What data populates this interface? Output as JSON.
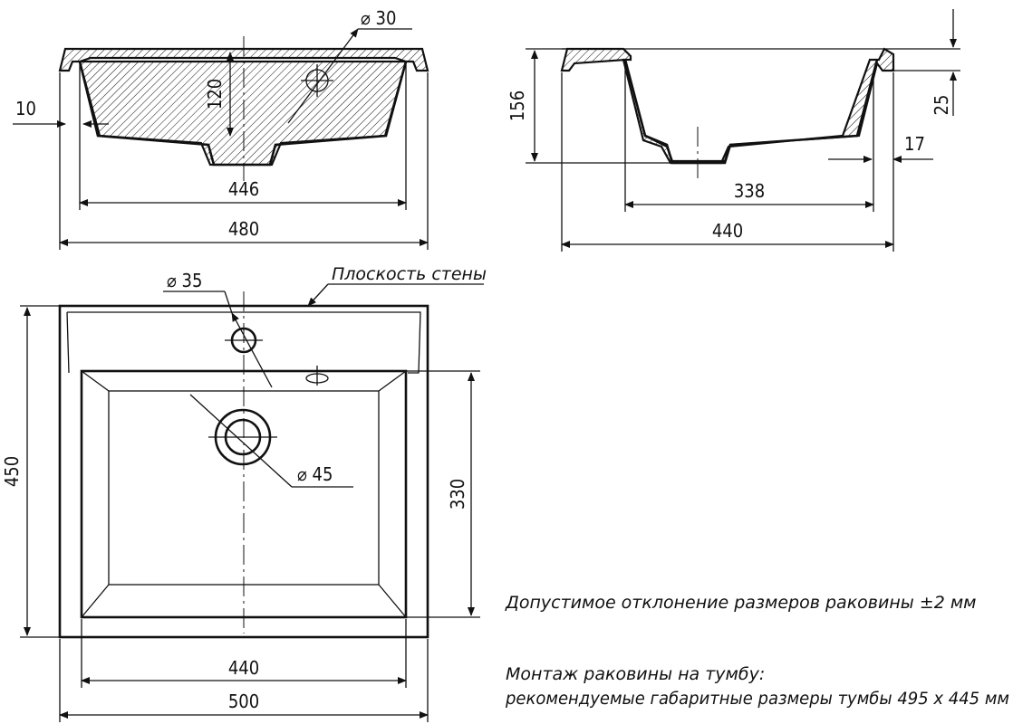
{
  "front_view": {
    "dim_hole_diameter": "⌀ 30",
    "dim_depth": "120",
    "dim_rim_offset": "10",
    "dim_bowl_width": "446",
    "dim_overall_width": "480"
  },
  "side_view": {
    "dim_height": "156",
    "dim_rim_height": "25",
    "dim_wall_offset": "17",
    "dim_bowl_depth": "338",
    "dim_overall_depth": "440"
  },
  "plan_view": {
    "dim_tap_hole": "⌀ 35",
    "wall_plane_label": "Плоскость стены",
    "dim_drain": "⌀ 45",
    "dim_overall_depth": "450",
    "dim_bowl_depth": "330",
    "dim_bowl_width": "440",
    "dim_overall_width": "500"
  },
  "notes": {
    "tolerance": "Допустимое отклонение размеров раковины ±2 мм",
    "mounting_title": "Монтаж раковины на тумбу:",
    "mounting_text": "рекомендуемые габаритные размеры тумбы 495 х 445 мм"
  }
}
